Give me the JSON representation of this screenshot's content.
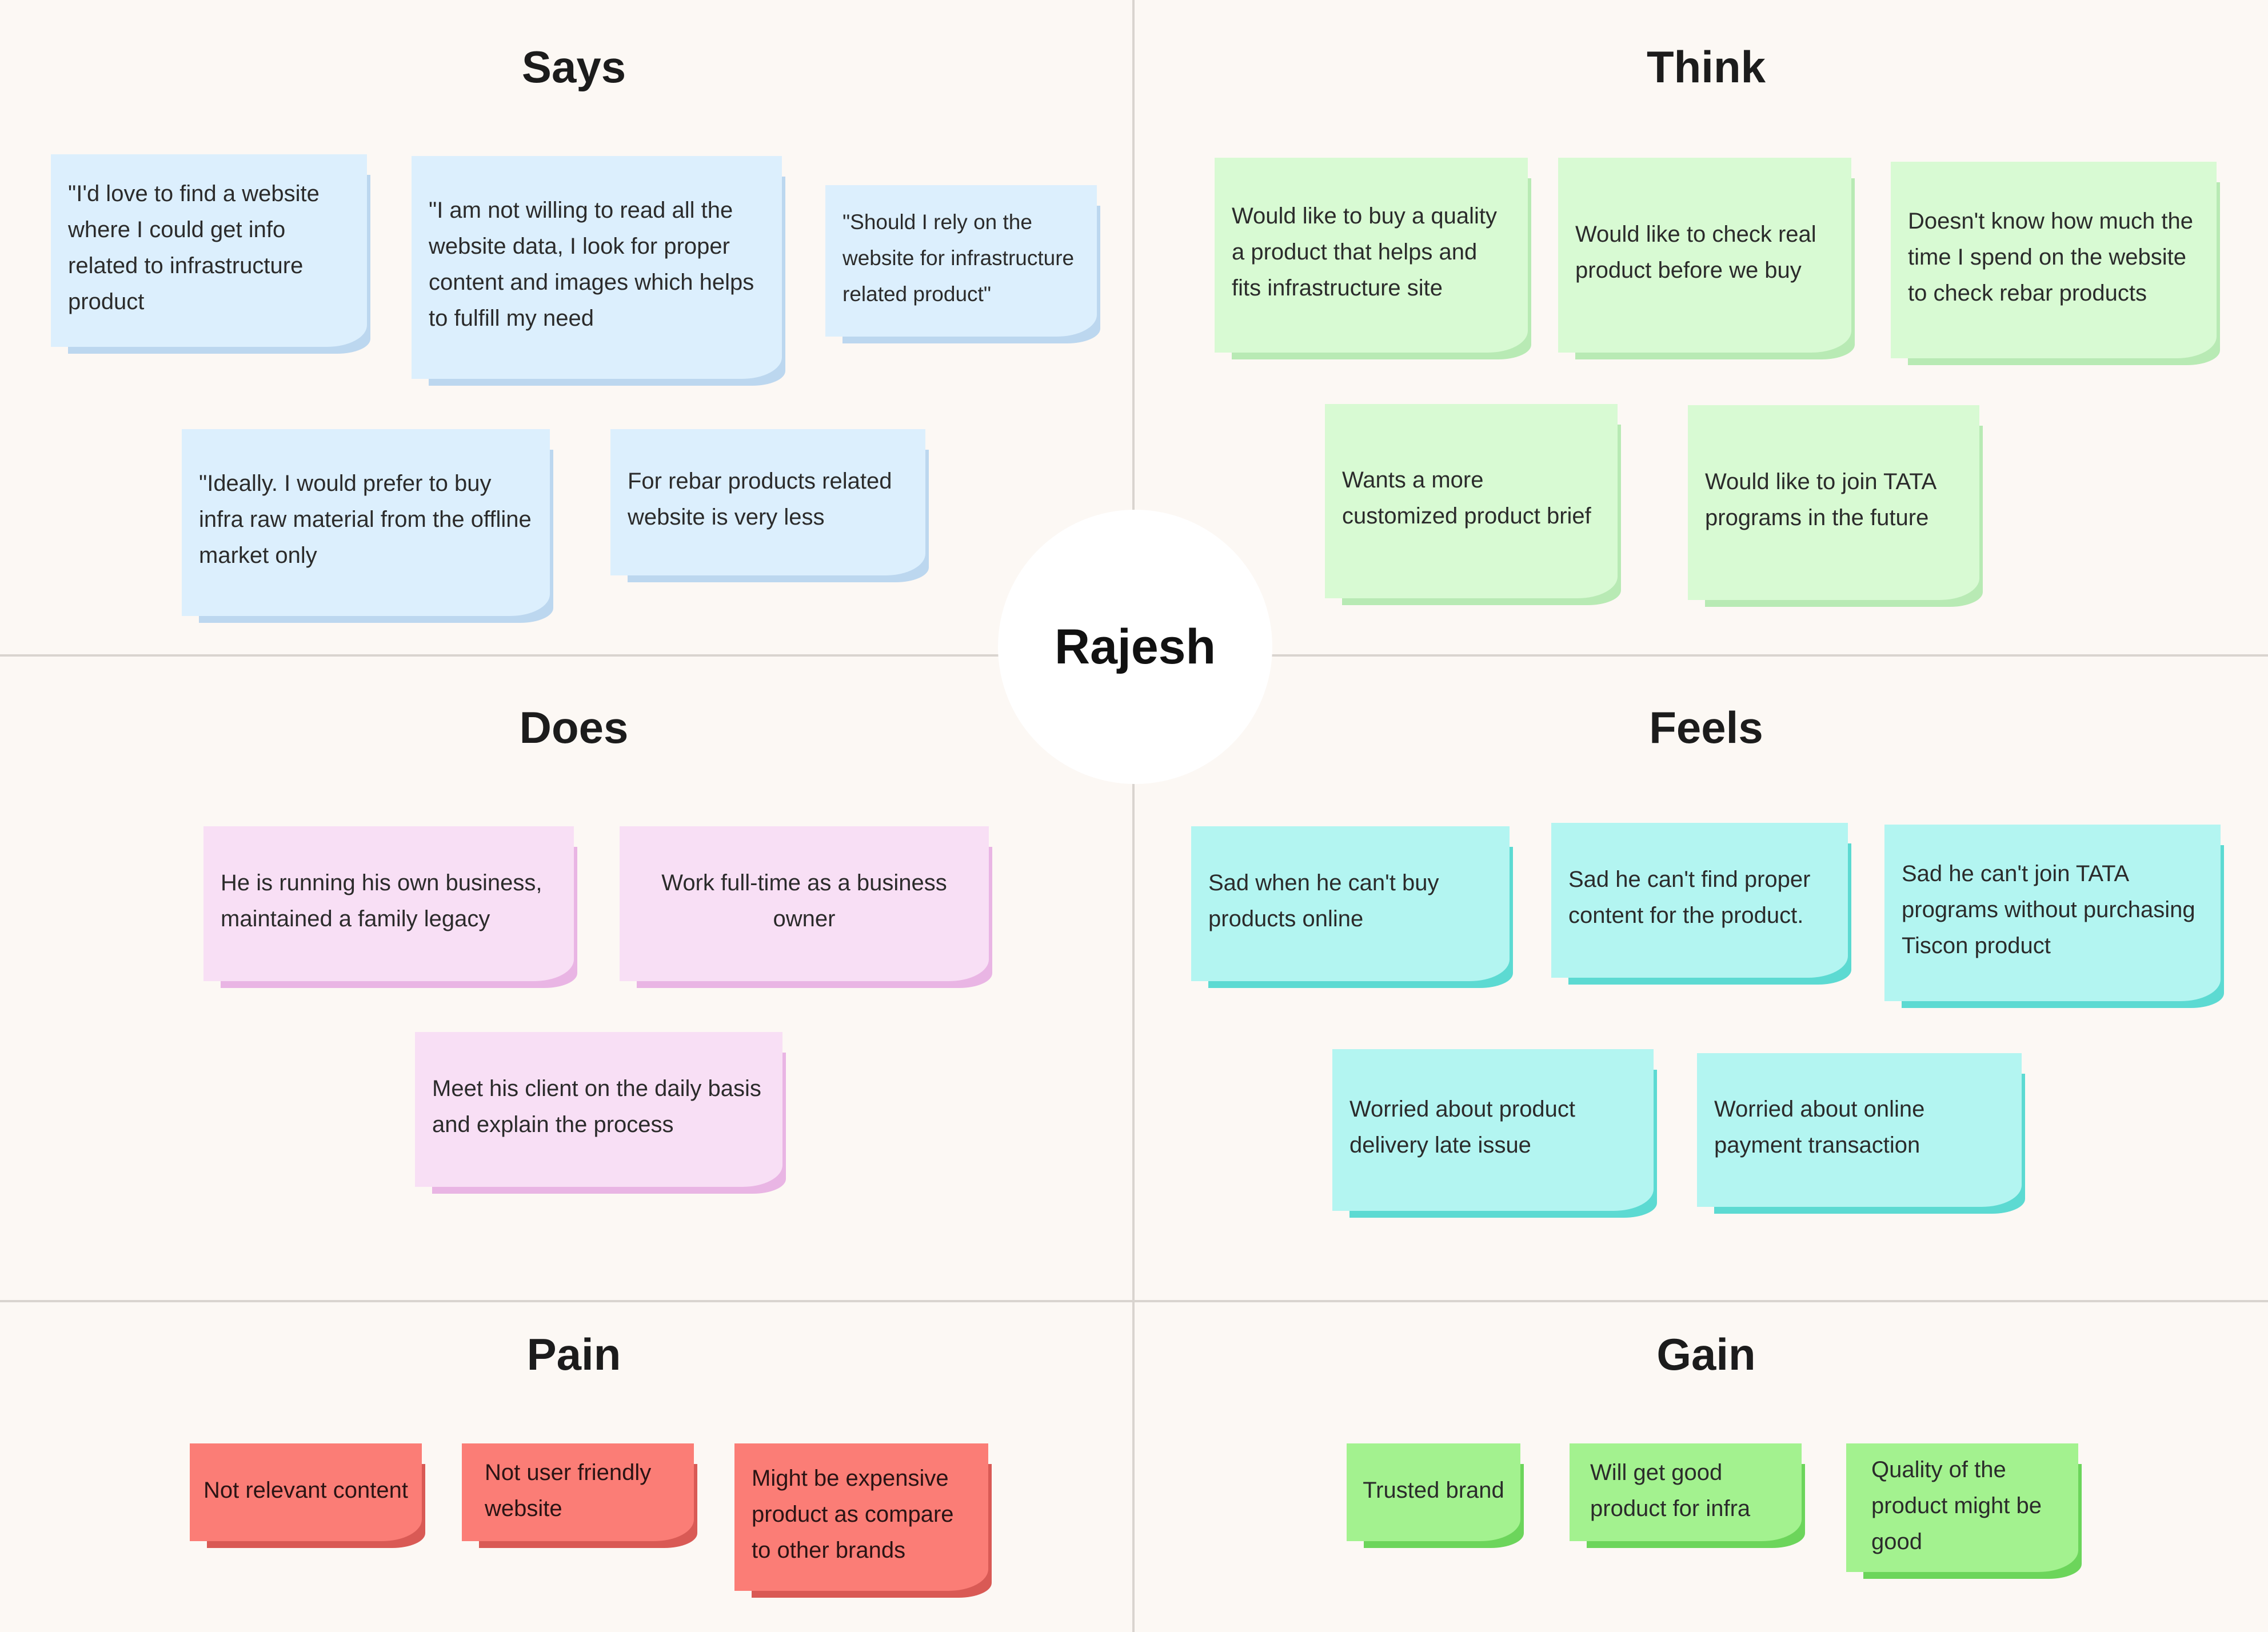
{
  "persona": {
    "name": "Rajesh"
  },
  "sections": {
    "says": "Says",
    "think": "Think",
    "does": "Does",
    "feels": "Feels",
    "pain": "Pain",
    "gain": "Gain"
  },
  "notes": {
    "says": [
      "\"I'd love to find a website where I could get info related to infrastructure product",
      "\"I am not willing to read all the website data, I look for proper content and images which helps to fulfill my need",
      "\"Should I rely on the website for infrastructure related product\"",
      "\"Ideally. I would prefer to buy infra raw material from the offline market only",
      "For rebar products related website is very less"
    ],
    "think": [
      "Would like to buy a quality a product that helps and fits infrastructure site",
      "Would like to check real product before we buy",
      "Doesn't know how much the time I spend on the website to check rebar products",
      "Wants a more customized product brief",
      "Would like to join TATA programs in the future"
    ],
    "does": [
      "He is running his own business, maintained a family legacy",
      "Work full-time as a business owner",
      "Meet his client on the daily basis and explain the process"
    ],
    "feels": [
      "Sad when he can't buy products online",
      "Sad he can't find proper content for the product.",
      "Sad he can't join TATA programs without purchasing Tiscon product",
      "Worried about product delivery late issue",
      "Worried about online payment transaction"
    ],
    "pain": [
      "Not relevant content",
      "Not user friendly website",
      "Might be expensive product as compare to other brands"
    ],
    "gain": [
      "Trusted brand",
      "Will get good product for infra",
      "Quality of the product might be good"
    ]
  },
  "colors": {
    "background": "#fcf8f4",
    "says": "#dceffd",
    "think": "#d8fad3",
    "does": "#f8dff5",
    "feels": "#b3f5f1",
    "pain": "#fb7d76",
    "gain": "#a3f28f"
  }
}
